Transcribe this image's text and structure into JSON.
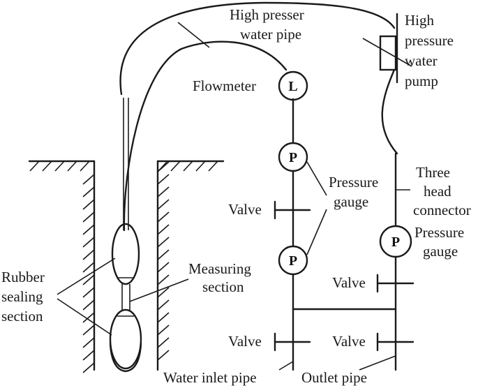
{
  "labels": {
    "high_pressure_pipe": [
      "High presser",
      "water pipe"
    ],
    "high_pressure_pump": [
      "High",
      "pressure",
      "water",
      "pump"
    ],
    "flowmeter": "Flowmeter",
    "pressure_gauge_left": [
      "Pressure",
      "gauge"
    ],
    "three_head_connector": [
      "Three",
      "head",
      "connector"
    ],
    "pressure_gauge_right": [
      "Pressure",
      "gauge"
    ],
    "valve": "Valve",
    "measuring_section": [
      "Measuring",
      "section"
    ],
    "rubber_sealing_section": [
      "Rubber",
      "sealing",
      "section"
    ],
    "water_inlet_pipe": "Water inlet pipe",
    "outlet_pipe": "Outlet pipe"
  },
  "symbols": {
    "flowmeter": "L",
    "pressure_gauge": "P"
  }
}
